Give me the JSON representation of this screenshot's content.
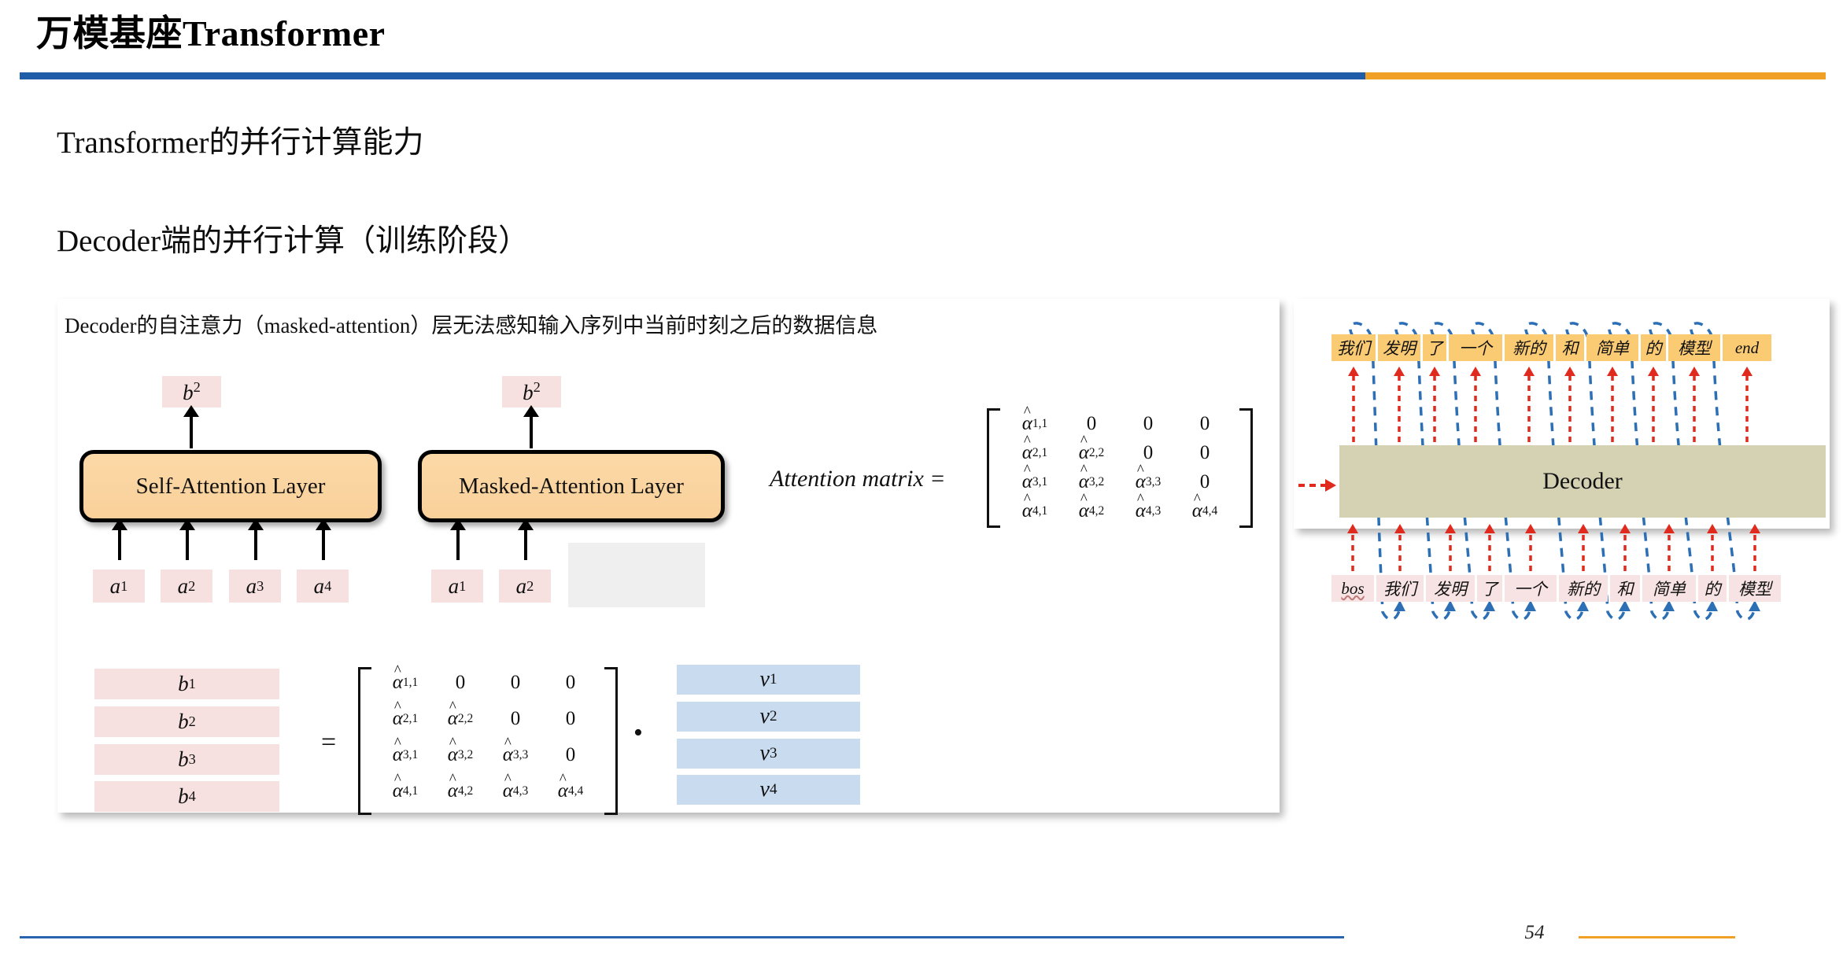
{
  "header": {
    "title": "万模基座Transformer",
    "rule_blue": "#1F5DA8",
    "rule_orange": "#F0A025"
  },
  "subheadings": {
    "line1": "Transformer的并行计算能力",
    "line2": "Decoder端的并行计算（训练阶段）"
  },
  "left_panel": {
    "caption": "Decoder的自注意力（masked-attention）层无法感知输入序列中当前时刻之后的数据信息",
    "self_attention": {
      "box_label": "Self-Attention Layer",
      "output": "b",
      "output_sup": "2",
      "inputs": [
        {
          "base": "a",
          "sup": "1"
        },
        {
          "base": "a",
          "sup": "2"
        },
        {
          "base": "a",
          "sup": "3"
        },
        {
          "base": "a",
          "sup": "4"
        }
      ]
    },
    "masked_attention": {
      "box_label": "Masked-Attention Layer",
      "output": "b",
      "output_sup": "2",
      "inputs": [
        {
          "base": "a",
          "sup": "1"
        },
        {
          "base": "a",
          "sup": "2"
        }
      ],
      "masked_note": "masked-region"
    },
    "attention_matrix": {
      "label": "Attention matrix =",
      "rows": [
        [
          "α1,1",
          "0",
          "0",
          "0"
        ],
        [
          "α2,1",
          "α2,2",
          "0",
          "0"
        ],
        [
          "α3,1",
          "α3,2",
          "α3,3",
          "0"
        ],
        [
          "α4,1",
          "α4,2",
          "α4,3",
          "α4,4"
        ]
      ]
    },
    "equation": {
      "equals": "=",
      "dot": "•",
      "b_vector": [
        {
          "base": "b",
          "sup": "1"
        },
        {
          "base": "b",
          "sup": "2"
        },
        {
          "base": "b",
          "sup": "3"
        },
        {
          "base": "b",
          "sup": "4"
        }
      ],
      "v_vector": [
        {
          "base": "v",
          "sup": "1"
        },
        {
          "base": "v",
          "sup": "2"
        },
        {
          "base": "v",
          "sup": "3"
        },
        {
          "base": "v",
          "sup": "4"
        }
      ],
      "matrix_rows": [
        [
          "α1,1",
          "0",
          "0",
          "0"
        ],
        [
          "α2,1",
          "α2,2",
          "0",
          "0"
        ],
        [
          "α3,1",
          "α3,2",
          "α3,3",
          "0"
        ],
        [
          "α4,1",
          "α4,2",
          "α4,3",
          "α4,4"
        ]
      ]
    }
  },
  "right_panel": {
    "decoder_label": "Decoder",
    "output_tokens": [
      "我们",
      "发明",
      "了",
      "一个",
      "新的",
      "和",
      "简单",
      "的",
      "模型",
      "end"
    ],
    "input_tokens": [
      "bos",
      "我们",
      "发明",
      "了",
      "一个",
      "新的",
      "和",
      "简单",
      "的",
      "模型"
    ],
    "colors": {
      "output_token_bg": "#FBCB73",
      "input_token_bg": "#F7E3E3",
      "decoder_bg": "#D5D2B4",
      "red_arrow": "#E02A1E",
      "blue_curve": "#2D6FB5"
    }
  },
  "footer": {
    "page_number": "54"
  }
}
